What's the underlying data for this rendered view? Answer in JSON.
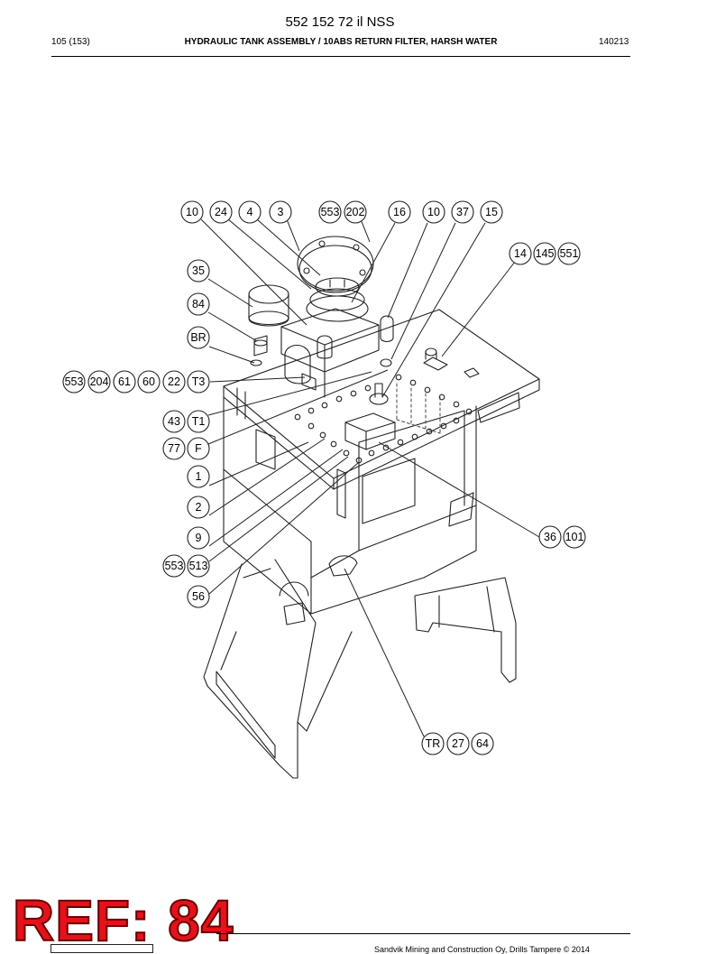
{
  "header": {
    "doc_number": "552 152 72 il NSS",
    "page": "105 (153)",
    "title": "HYDRAULIC TANK ASSEMBLY / 10ABS RETURN FILTER, HARSH WATER",
    "date": "140213"
  },
  "callouts": {
    "row_top": [
      "10",
      "24",
      "4",
      "3",
      "553",
      "202",
      "16",
      "10",
      "37",
      "15"
    ],
    "group_right_top": [
      "14",
      "145",
      "551"
    ],
    "item_35": "35",
    "item_84": "84",
    "item_br": "BR",
    "group_left": [
      "553",
      "204",
      "61",
      "60",
      "22",
      "T3"
    ],
    "group_43": [
      "43",
      "T1"
    ],
    "group_77": [
      "77",
      "F"
    ],
    "item_1": "1",
    "item_2": "2",
    "item_9": "9",
    "group_553_513": [
      "553",
      "513"
    ],
    "item_56": "56",
    "group_36": [
      "36",
      "101"
    ],
    "group_bottom": [
      "TR",
      "27",
      "64"
    ]
  },
  "stamp": {
    "text": "REF: 84",
    "color": "#e3121b"
  },
  "footer": {
    "note": "Sandvik Mining and Construction Oy, Drills Tampere © 2014"
  }
}
